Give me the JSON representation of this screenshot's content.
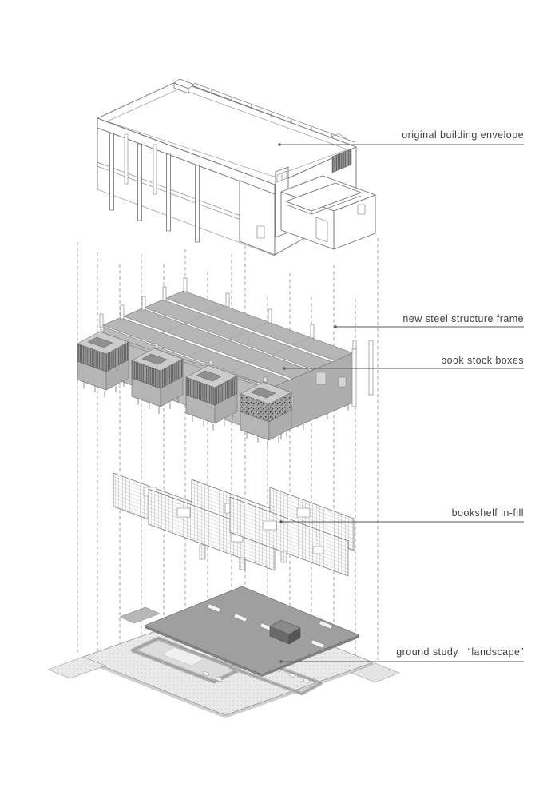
{
  "figure": {
    "type": "exploded-axonometric-diagram",
    "layers": [
      {
        "id": "original-building-envelope",
        "label": "original building envelope"
      },
      {
        "id": "new-steel-structure-frame",
        "label": "new steel structure frame"
      },
      {
        "id": "book-stock-boxes",
        "label": "book stock boxes"
      },
      {
        "id": "bookshelf-in-fill",
        "label": "bookshelf in-fill"
      },
      {
        "id": "ground-study-landscape",
        "label": "ground study   “landscape”"
      }
    ],
    "colors": {
      "line": "#6f6f6f",
      "label_text": "#3f3f3f",
      "box_gray": "#b6b6b6",
      "wall_gray": "#aeaeae",
      "dark_plate": "#9f9f9f",
      "light_plate": "#e9e9e9"
    }
  }
}
